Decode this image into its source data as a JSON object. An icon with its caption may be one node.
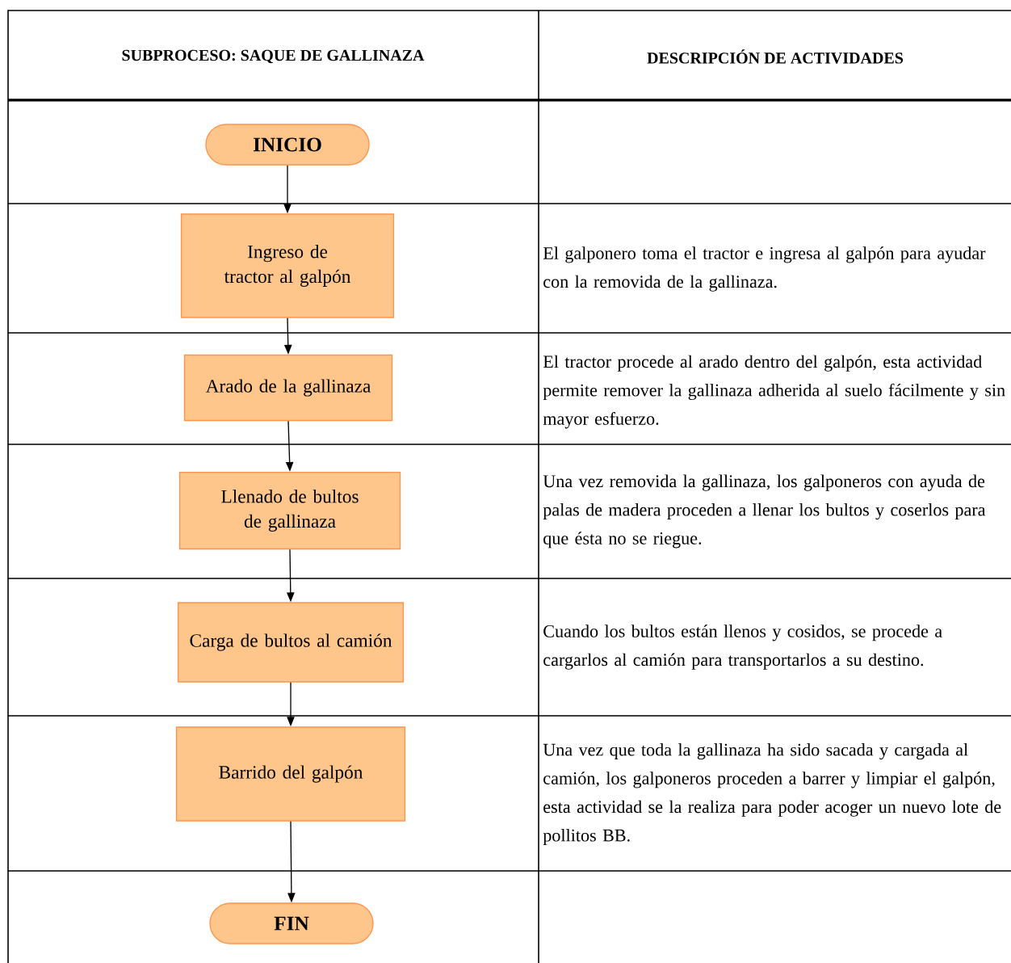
{
  "diagram": {
    "nodes": [
      {
        "text": [
          "INICIO"
        ]
      },
      {
        "text": [
          "Ingreso de tractor al galpón"
        ]
      },
      {
        "text": [
          "Arado de la gallinaza"
        ]
      },
      {
        "text": [
          "Llenado de bultos de gallinaza"
        ]
      },
      {
        "text": [
          "Carga de bultos al camión"
        ]
      },
      {
        "text": [
          "Barrido del galpón"
        ]
      },
      {
        "text": [
          "FIN"
        ]
      }
    ],
    "edges": [
      {
        "from": 0,
        "to": 1,
        "arrow": "to"
      },
      {
        "from": 1,
        "to": 2,
        "arrow": "to"
      },
      {
        "from": 2,
        "to": 3,
        "arrow": "to"
      },
      {
        "from": 3,
        "to": 4,
        "arrow": "to"
      },
      {
        "from": 4,
        "to": 5,
        "arrow": "to"
      },
      {
        "from": 5,
        "to": 6,
        "arrow": "to"
      }
    ],
    "labels": [
      "SUBPROCESO: SAQUE DE GALLINAZA",
      "DESCRIPCIÓN DE ACTIVIDADES",
      "El galponero toma el tractor e ingresa al galpón para ayudar con la removida de la gallinaza.",
      "El tractor procede al arado dentro del galpón, esta actividad permite remover la gallinaza adherida al suelo fácilmente y sin mayor esfuerzo.",
      "Una vez removida la gallinaza, los galponeros con ayuda de palas de madera proceden a llenar los bultos y coserlos para que ésta no se riegue.",
      "Cuando los bultos están llenos y cosidos, se procede a cargarlos al camión para transportarlos a su destino.",
      "Una vez que toda la gallinaza ha sido sacada y cargada al camión, los galponeros proceden a barrer y limpiar el galpón, esta actividad se la realiza para poder acoger un nuevo lote de pollitos BB."
    ]
  }
}
